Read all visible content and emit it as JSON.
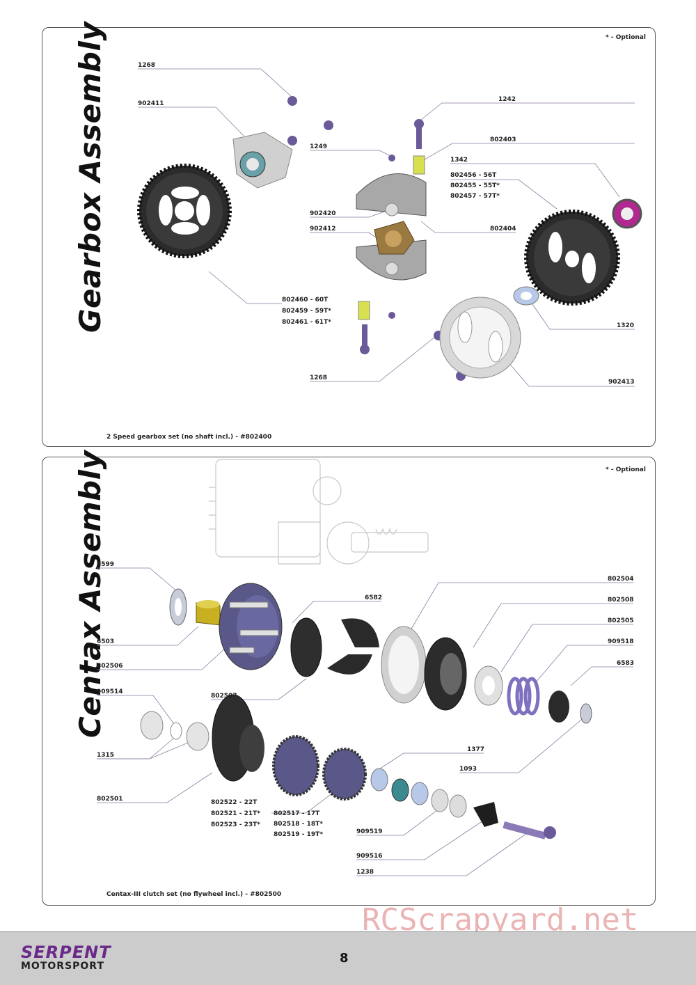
{
  "gearbox": {
    "title": "Gearbox Assembly",
    "optional_note": "* - Optional",
    "set_note": "2 Speed gearbox set (no shaft incl.) - #802400",
    "labels": [
      "1268",
      "902411",
      "1249",
      "1242",
      "802403",
      "1342",
      "802456 - 56T",
      "802455 - 55T*",
      "802457 - 57T*",
      "902420",
      "902412",
      "802404",
      "802460 - 60T",
      "802459 - 59T*",
      "802461 - 61T*",
      "1320",
      "1268",
      "902413"
    ]
  },
  "centax": {
    "title": "Centax Assembly",
    "optional_note": "* - Optional",
    "set_note": "Centax-III clutch set (no flywheel incl.) - #802500",
    "labels": [
      "6599",
      "6582",
      "802504",
      "802508",
      "802505",
      "909518",
      "6583",
      "6503",
      "802506",
      "909514",
      "802507",
      "1315",
      "1377",
      "1093",
      "802501",
      "802522 - 22T",
      "802521 - 21T*",
      "802523 - 23T*",
      "802517 - 17T",
      "802518 - 18T*",
      "802519 - 19T*",
      "909519",
      "909516",
      "1238"
    ]
  },
  "footer": {
    "brand_line1": "SERPENT",
    "brand_line2": "MOTORSPORT",
    "page_number": "8"
  },
  "watermark": "RCScrapyard.net",
  "colors": {
    "purple": "#7a6aa8",
    "dark_part": "#2a2a2a",
    "silver": "#c8c8c8",
    "brand": "#6a2a8a"
  }
}
